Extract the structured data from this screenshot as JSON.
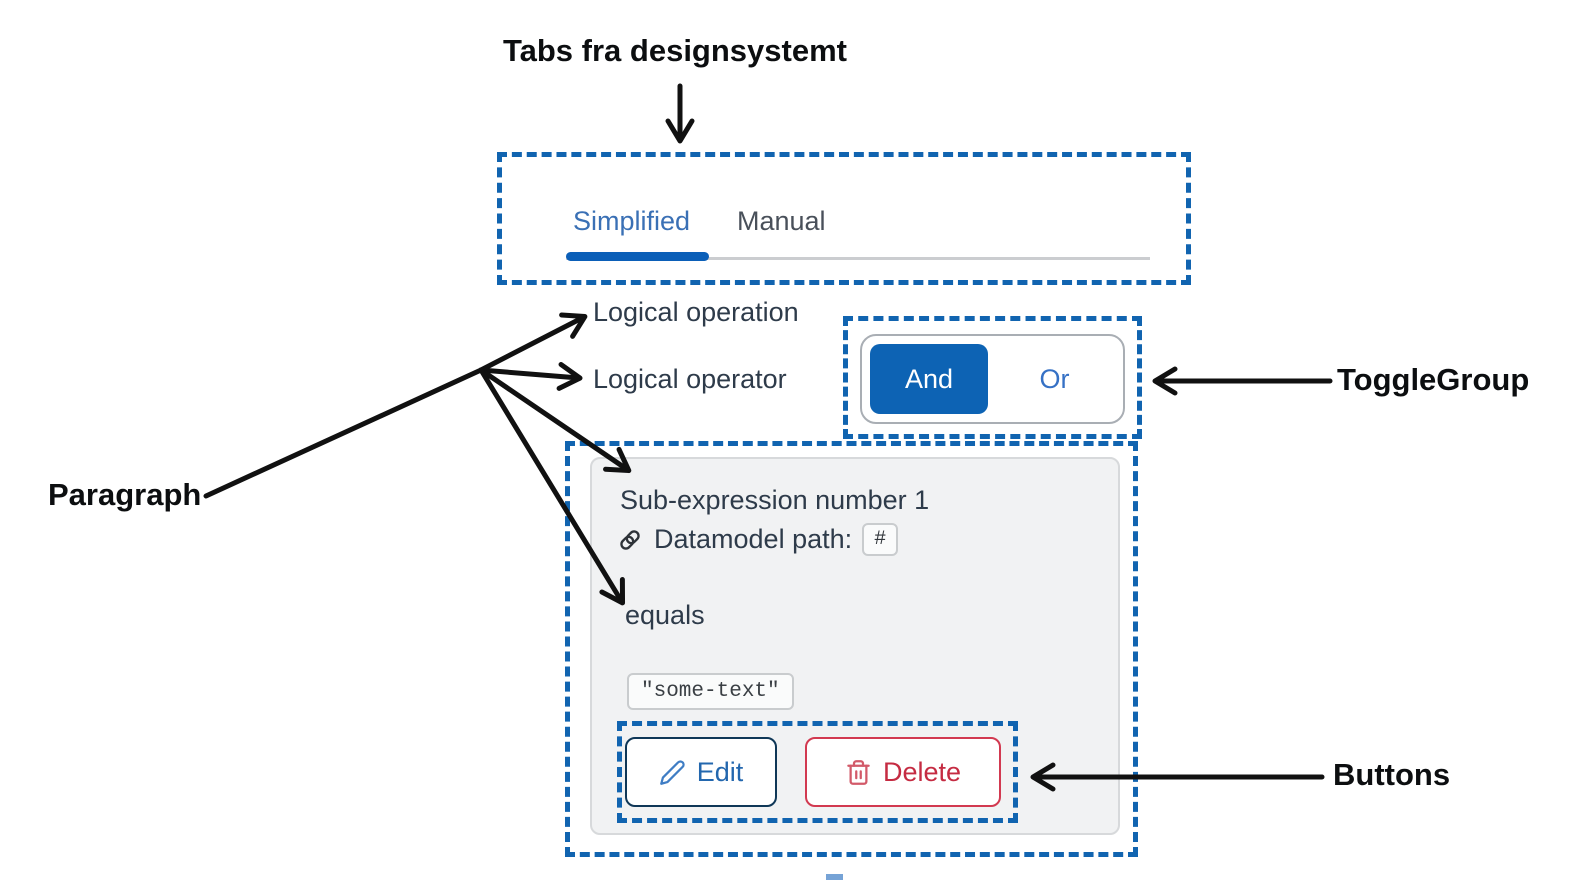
{
  "annotations": {
    "tabs_label": "Tabs fra designsystemt",
    "paragraph_label": "Paragraph",
    "togglegroup_label": "ToggleGroup",
    "buttons_label": "Buttons"
  },
  "tabs": {
    "items": [
      {
        "label": "Simplified",
        "active": true
      },
      {
        "label": "Manual",
        "active": false
      }
    ]
  },
  "logical": {
    "operation_heading": "Logical operation",
    "operator_label": "Logical operator",
    "toggle_options": [
      {
        "label": "And",
        "selected": true
      },
      {
        "label": "Or",
        "selected": false
      }
    ]
  },
  "subexpression": {
    "title": "Sub-expression number 1",
    "datamodel_label": "Datamodel path:",
    "datamodel_badge": "#",
    "operator_text": "equals",
    "value_text": "\"some-text\"",
    "buttons": {
      "edit_label": "Edit",
      "delete_label": "Delete"
    }
  },
  "colors": {
    "accent_blue": "#0d63b4",
    "dashed_border_blue": "#1164b0",
    "active_tab_text": "#3a70b5",
    "inactive_tab_text": "#49505a",
    "body_text": "#2e3b4a",
    "edit_border": "#0f3757",
    "edit_text": "#2367ae",
    "delete_border": "#d23950",
    "delete_text": "#c52b42",
    "card_background": "#f1f2f3",
    "annotation_black": "#0c0e10"
  }
}
